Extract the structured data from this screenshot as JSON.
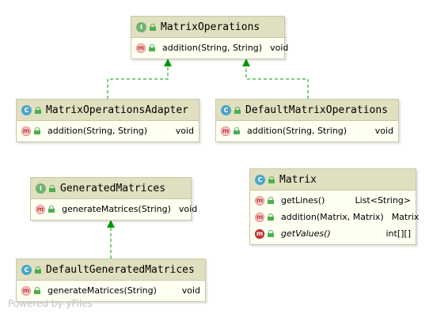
{
  "diagram": {
    "classes": [
      {
        "id": "MatrixOperations",
        "kind": "interface",
        "kind_letter": "I",
        "name": "MatrixOperations",
        "methods": [
          {
            "badge": "m",
            "signature": "addition(String, String)",
            "return": "void",
            "abstract": false,
            "italic": false
          }
        ]
      },
      {
        "id": "MatrixOperationsAdapter",
        "kind": "class",
        "kind_letter": "C",
        "name": "MatrixOperationsAdapter",
        "methods": [
          {
            "badge": "m",
            "signature": "addition(String, String)",
            "return": "void",
            "abstract": false,
            "italic": false
          }
        ]
      },
      {
        "id": "DefaultMatrixOperations",
        "kind": "class",
        "kind_letter": "C",
        "name": "DefaultMatrixOperations",
        "methods": [
          {
            "badge": "m",
            "signature": "addition(String, String)",
            "return": "void",
            "abstract": false,
            "italic": false
          }
        ]
      },
      {
        "id": "GeneratedMatrices",
        "kind": "interface",
        "kind_letter": "I",
        "name": "GeneratedMatrices",
        "methods": [
          {
            "badge": "m",
            "signature": "generateMatrices(String)",
            "return": "void",
            "abstract": false,
            "italic": false
          }
        ]
      },
      {
        "id": "Matrix",
        "kind": "class",
        "kind_letter": "C",
        "name": "Matrix",
        "methods": [
          {
            "badge": "m",
            "signature": "getLines()",
            "return": "List<String>",
            "abstract": false,
            "italic": false
          },
          {
            "badge": "m",
            "signature": "addition(Matrix, Matrix)",
            "return": "Matrix",
            "abstract": false,
            "italic": false
          },
          {
            "badge": "m",
            "signature": "getValues()",
            "return": "int[][]",
            "abstract": true,
            "italic": true
          }
        ]
      },
      {
        "id": "DefaultGeneratedMatrices",
        "kind": "class",
        "kind_letter": "C",
        "name": "DefaultGeneratedMatrices",
        "methods": [
          {
            "badge": "m",
            "signature": "generateMatrices(String)",
            "return": "void",
            "abstract": false,
            "italic": false
          }
        ]
      }
    ],
    "relations": [
      {
        "from": "MatrixOperationsAdapter",
        "to": "MatrixOperations",
        "type": "realization"
      },
      {
        "from": "DefaultMatrixOperations",
        "to": "MatrixOperations",
        "type": "realization"
      },
      {
        "from": "DefaultGeneratedMatrices",
        "to": "GeneratedMatrices",
        "type": "realization"
      }
    ],
    "colors": {
      "header": "#e0e0c0",
      "body": "#fffff2",
      "border": "#c8c8a8",
      "edge": "#009900",
      "interface_badge": "#6fb36f",
      "class_badge": "#4aa5c8",
      "method_badge": "#f7c9c9"
    }
  },
  "watermark": "Powered by yFiles"
}
